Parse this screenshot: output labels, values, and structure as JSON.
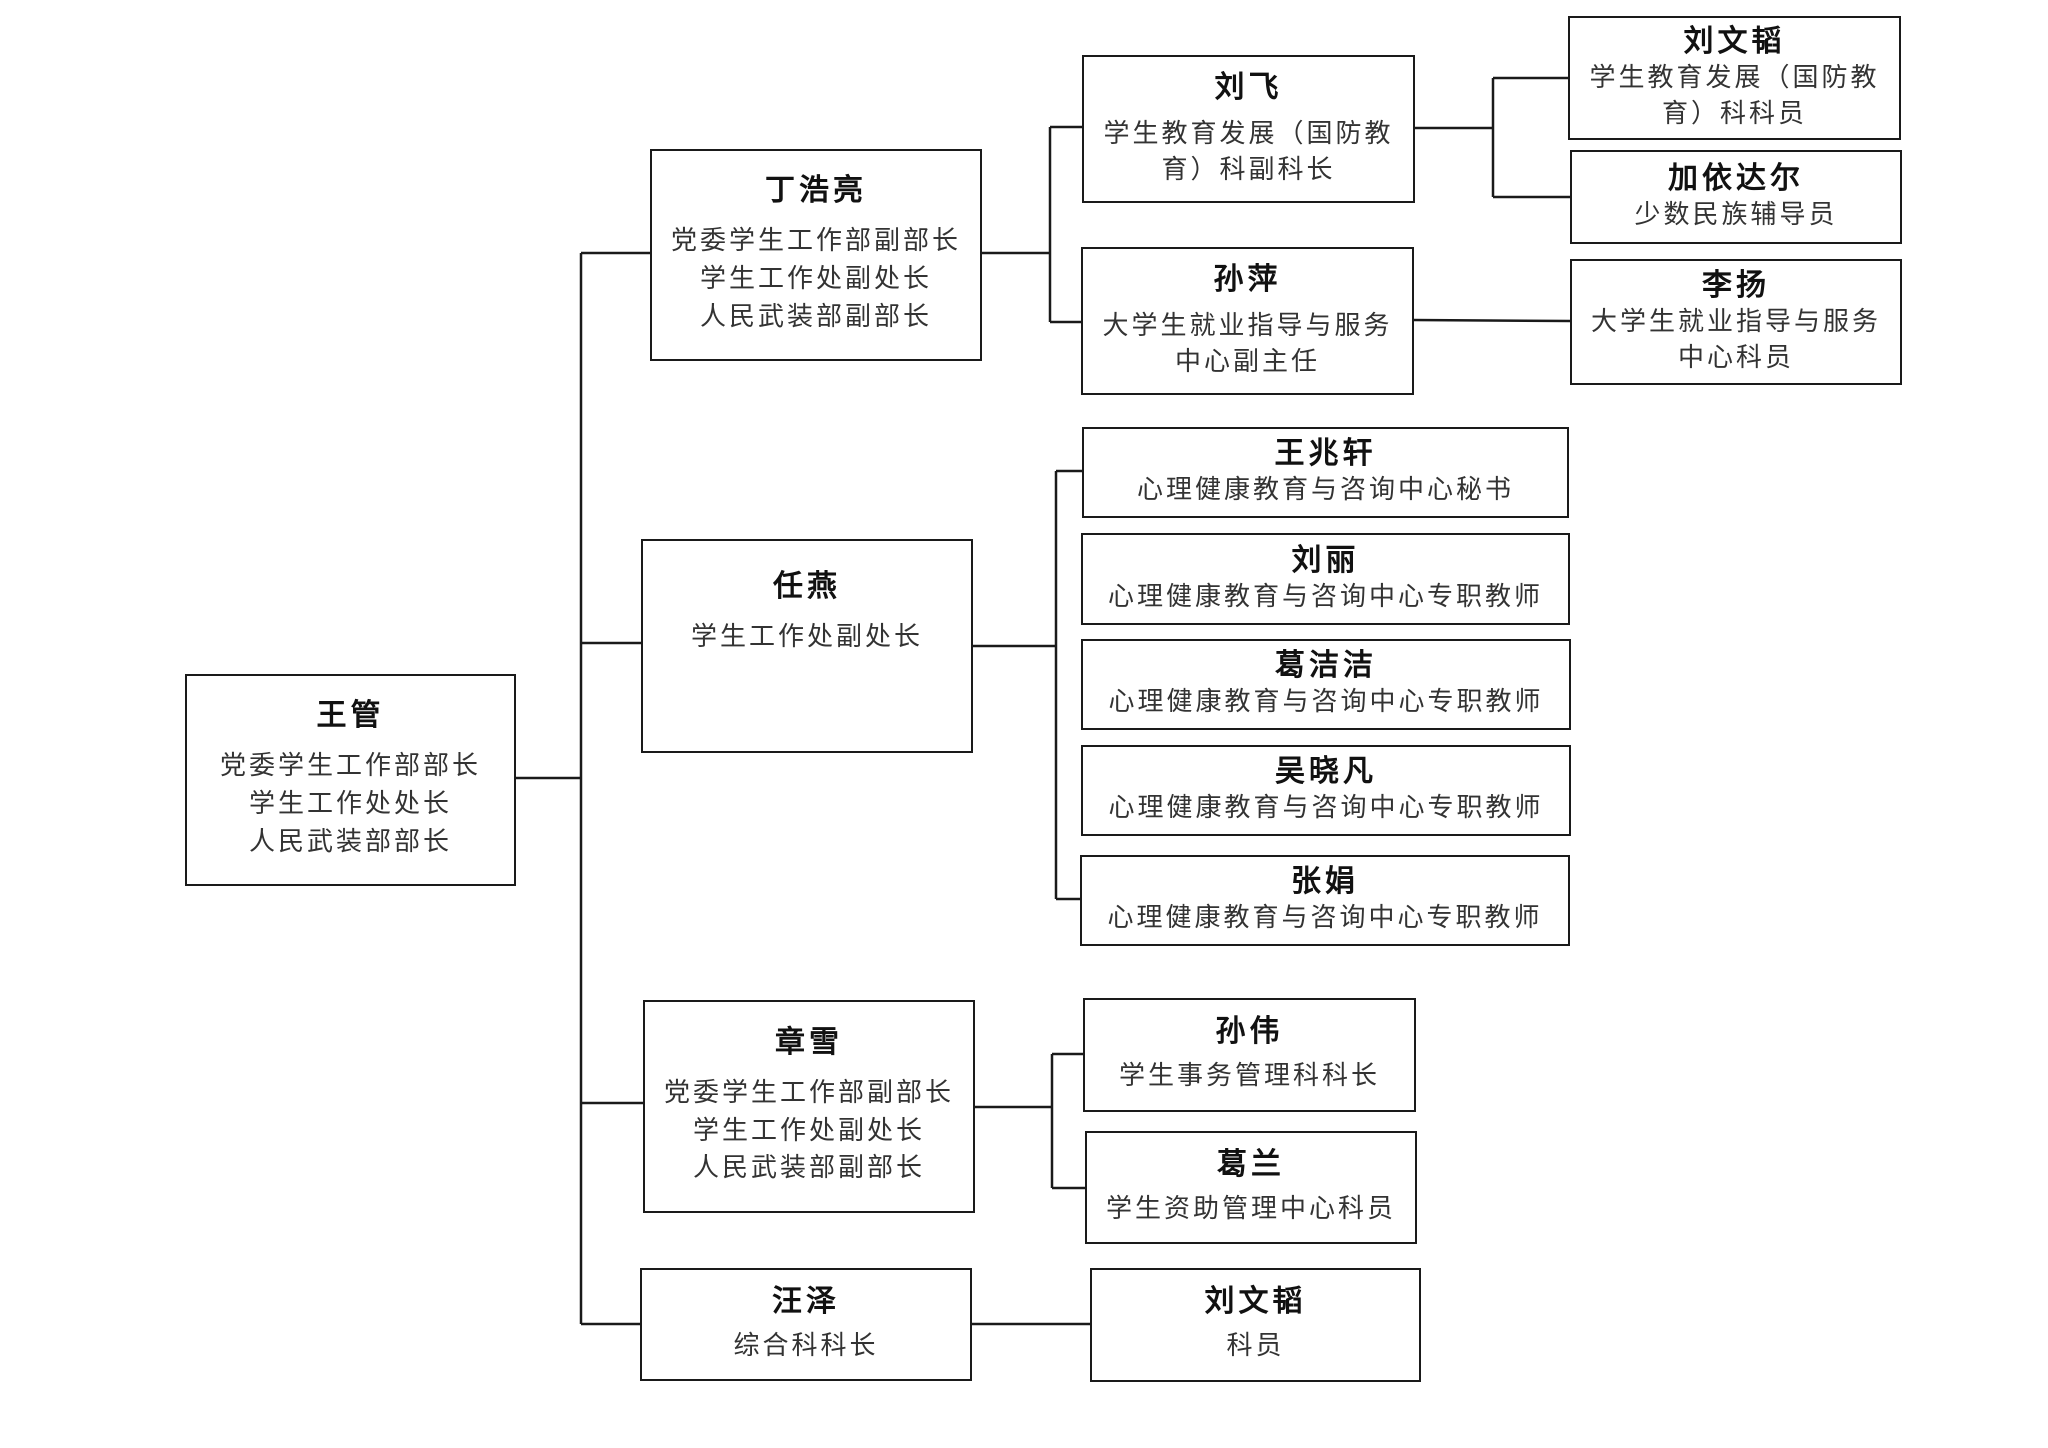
{
  "root": {
    "name": "王管",
    "role": "党委学生工作部部长\n学生工作处处长\n人民武装部部长"
  },
  "ding": {
    "name": "丁浩亮",
    "role": "党委学生工作部副部长\n学生工作处副处长\n人民武装部副部长"
  },
  "ren": {
    "name": "任燕",
    "role": "学生工作处副处长"
  },
  "zhang": {
    "name": "章雪",
    "role": "党委学生工作部副部长\n学生工作处副处长\n人民武装部副部长"
  },
  "wang": {
    "name": "汪泽",
    "role": "综合科科长"
  },
  "liufei": {
    "name": "刘飞",
    "role": "学生教育发展（国防教\n育）科副科长"
  },
  "sunping": {
    "name": "孙萍",
    "role": "大学生就业指导与服务\n中心副主任"
  },
  "liuwt1": {
    "name": "刘文韬",
    "role": "学生教育发展（国防教\n育）科科员"
  },
  "jiayi": {
    "name": "加依达尔",
    "role": "少数民族辅导员"
  },
  "liyang": {
    "name": "李扬",
    "role": "大学生就业指导与服务\n中心科员"
  },
  "wzx": {
    "name": "王兆轩",
    "role": "心理健康教育与咨询中心秘书"
  },
  "liuli": {
    "name": "刘丽",
    "role": "心理健康教育与咨询中心专职教师"
  },
  "gejie": {
    "name": "葛洁洁",
    "role": "心理健康教育与咨询中心专职教师"
  },
  "wuxf": {
    "name": "吴晓凡",
    "role": "心理健康教育与咨询中心专职教师"
  },
  "zhangj": {
    "name": "张娟",
    "role": "心理健康教育与咨询中心专职教师"
  },
  "sunwei": {
    "name": "孙伟",
    "role": "学生事务管理科科长"
  },
  "gelan": {
    "name": "葛兰",
    "role": "学生资助管理中心科员"
  },
  "liuwt2": {
    "name": "刘文韬",
    "role": "科员"
  }
}
